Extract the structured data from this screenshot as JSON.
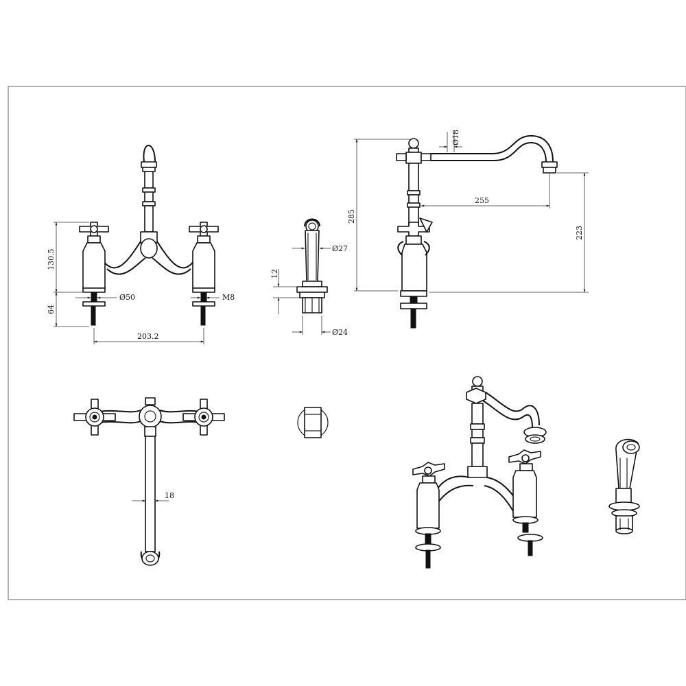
{
  "dimensions": {
    "height_130_5": "130.5",
    "height_64": "64",
    "dia_50": "Ø50",
    "thread_m8": "M8",
    "width_203_2": "203.2",
    "height_12": "12",
    "dia_27": "Ø27",
    "dia_24": "Ø24",
    "height_285": "285",
    "dia_18_top": "Ø18",
    "reach_255": "255",
    "height_223": "223",
    "width_18": "18"
  },
  "views": [
    "front-view",
    "spray-side-view",
    "side-view",
    "top-view",
    "spray-top-view",
    "isometric-view",
    "spray-isometric-view"
  ]
}
